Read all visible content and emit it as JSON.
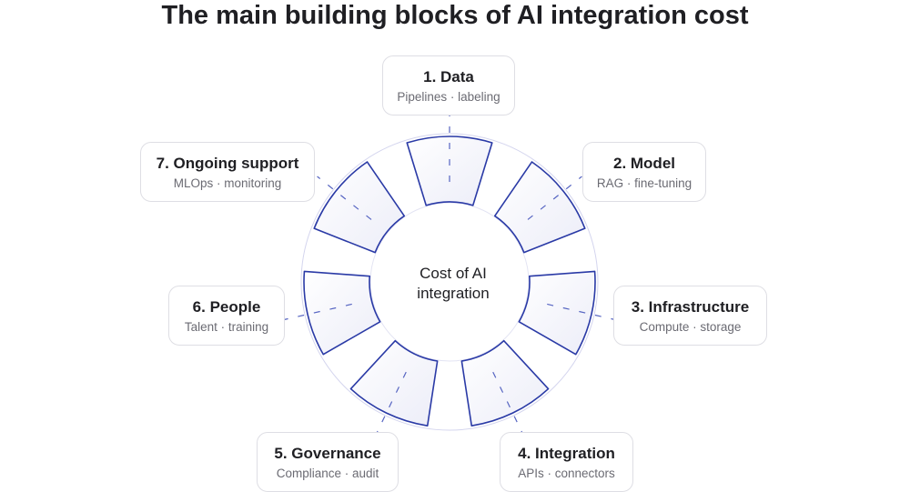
{
  "title": "The main building blocks of AI integration cost",
  "center": {
    "line1": "Cost of AI",
    "line2": "integration"
  },
  "blocks": [
    {
      "title": "1. Data",
      "subtitle": "Pipelines · labeling"
    },
    {
      "title": "2. Model",
      "subtitle": "RAG · fine-tuning"
    },
    {
      "title": "3. Infrastructure",
      "subtitle": "Compute · storage"
    },
    {
      "title": "4. Integration",
      "subtitle": "APIs · connectors"
    },
    {
      "title": "5. Governance",
      "subtitle": "Compliance · audit"
    },
    {
      "title": "6. People",
      "subtitle": "Talent · training"
    },
    {
      "title": "7. Ongoing support",
      "subtitle": "MLOps · monitoring"
    }
  ],
  "colors": {
    "segment_outline": "#2a3aa6",
    "segment_fill": "#f1f1fa",
    "ring_edge": "#c9cae8",
    "dash": "#3a4bb8",
    "card_border": "#dedee4",
    "text": "#1f1f23",
    "subtext": "#6b6b73"
  }
}
